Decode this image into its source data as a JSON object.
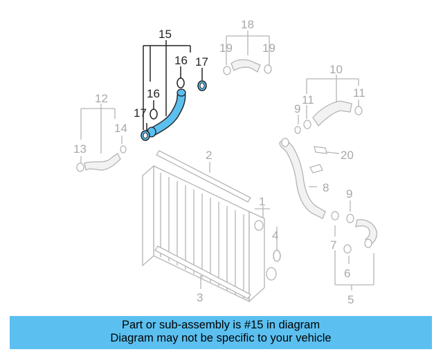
{
  "diagram": {
    "callouts": [
      {
        "id": "c15",
        "label": "15",
        "highlight": true
      },
      {
        "id": "c16a",
        "label": "16",
        "highlight": true
      },
      {
        "id": "c16b",
        "label": "16",
        "highlight": true
      },
      {
        "id": "c17a",
        "label": "17",
        "highlight": true
      },
      {
        "id": "c17b",
        "label": "17",
        "highlight": true
      },
      {
        "id": "c18",
        "label": "18",
        "highlight": false
      },
      {
        "id": "c19a",
        "label": "19",
        "highlight": false
      },
      {
        "id": "c19b",
        "label": "19",
        "highlight": false
      },
      {
        "id": "c10",
        "label": "10",
        "highlight": false
      },
      {
        "id": "c11a",
        "label": "11",
        "highlight": false
      },
      {
        "id": "c11b",
        "label": "11",
        "highlight": false
      },
      {
        "id": "c9a",
        "label": "9",
        "highlight": false
      },
      {
        "id": "c12",
        "label": "12",
        "highlight": false
      },
      {
        "id": "c13",
        "label": "13",
        "highlight": false
      },
      {
        "id": "c14",
        "label": "14",
        "highlight": false
      },
      {
        "id": "c2",
        "label": "2",
        "highlight": false
      },
      {
        "id": "c20",
        "label": "20",
        "highlight": false
      },
      {
        "id": "c8",
        "label": "8",
        "highlight": false
      },
      {
        "id": "c1",
        "label": "1",
        "highlight": false
      },
      {
        "id": "c4",
        "label": "4",
        "highlight": false
      },
      {
        "id": "c9b",
        "label": "9",
        "highlight": false
      },
      {
        "id": "c7",
        "label": "7",
        "highlight": false
      },
      {
        "id": "c6",
        "label": "6",
        "highlight": false
      },
      {
        "id": "c5",
        "label": "5",
        "highlight": false
      },
      {
        "id": "c3",
        "label": "3",
        "highlight": false
      }
    ],
    "highlight_color": "#5bc0f0"
  },
  "banner": {
    "line1": "Part or sub-assembly is #15 in diagram",
    "line2": "Diagram may not be specific to your vehicle",
    "color": "#5bc0f0"
  }
}
